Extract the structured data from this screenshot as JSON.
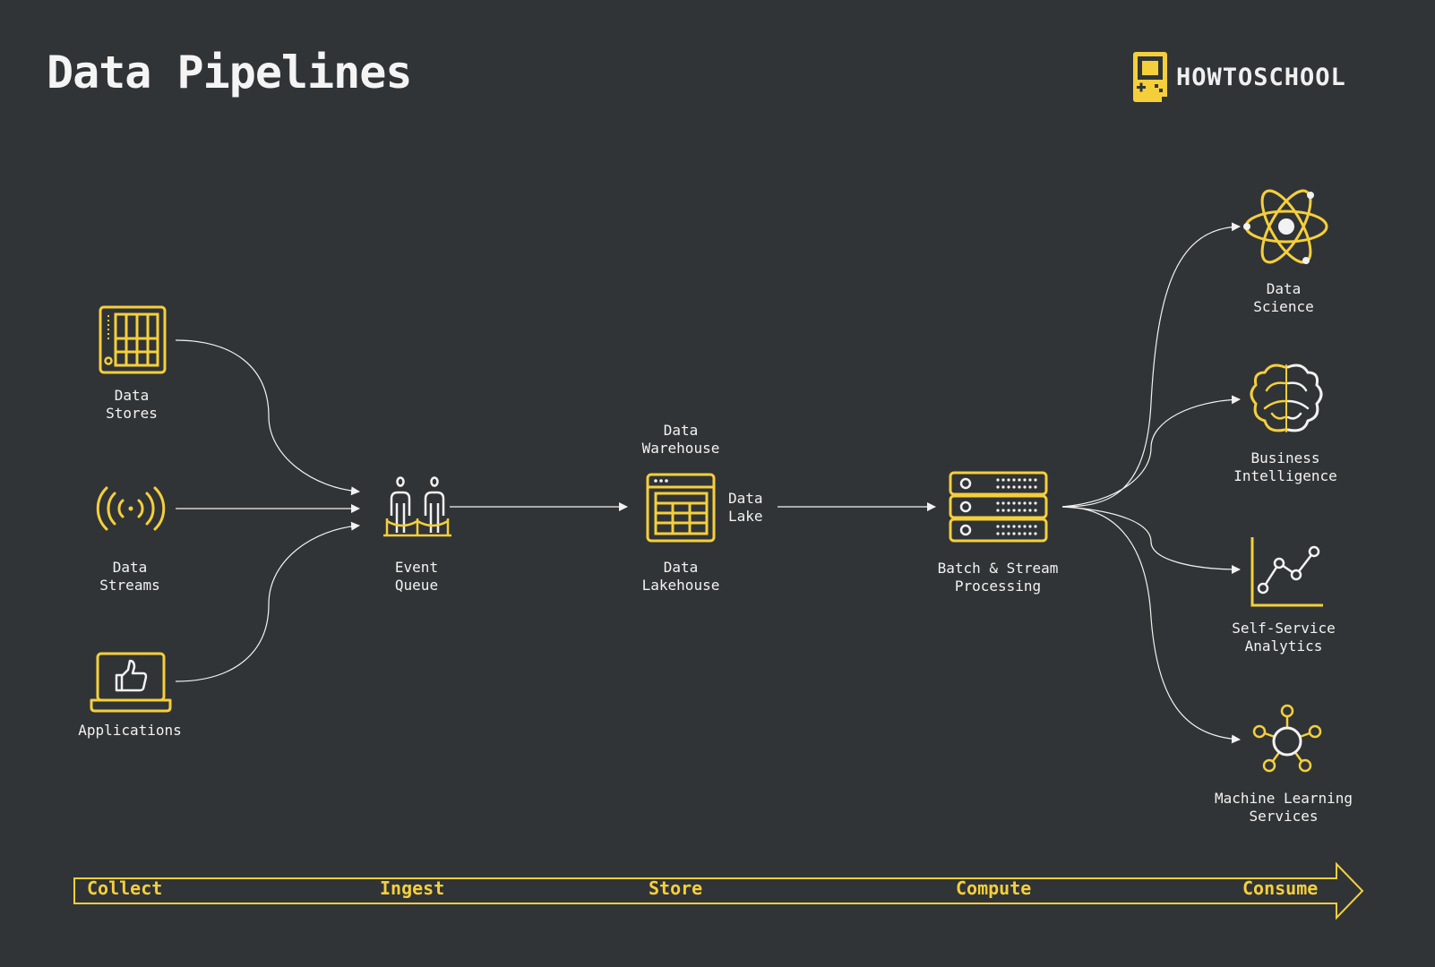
{
  "title": "Data Pipelines",
  "brand": {
    "name": "HOWTOSCHOOL",
    "logo_icon": "gameboy-icon"
  },
  "colors": {
    "background": "#303437",
    "accent": "#f5cf3b",
    "line": "#f2f2f2"
  },
  "nodes": {
    "data_stores": {
      "label_1": "Data",
      "label_2": "Stores",
      "icon": "database-icon"
    },
    "data_streams": {
      "label_1": "Data",
      "label_2": "Streams",
      "icon": "broadcast-icon"
    },
    "applications": {
      "label_1": "Applications",
      "icon": "laptop-thumbs-up-icon"
    },
    "event_queue": {
      "label_1": "Event",
      "label_2": "Queue",
      "icon": "queue-people-icon"
    },
    "data_warehouse": {
      "label_1": "Data",
      "label_2": "Warehouse",
      "icon": "table-window-icon"
    },
    "data_lake": {
      "label_1": "Data",
      "label_2": "Lake"
    },
    "data_lakehouse": {
      "label_1": "Data",
      "label_2": "Lakehouse"
    },
    "processing": {
      "label_1": "Batch & Stream",
      "label_2": "Processing",
      "icon": "server-rack-icon"
    },
    "data_science": {
      "label_1": "Data",
      "label_2": "Science",
      "icon": "atom-icon"
    },
    "business_intelligence": {
      "label_1": "Business",
      "label_2": "Intelligence",
      "icon": "brain-icon"
    },
    "self_service": {
      "label_1": "Self-Service",
      "label_2": "Analytics",
      "icon": "line-chart-icon"
    },
    "ml_services": {
      "label_1": "Machine Learning",
      "label_2": "Services",
      "icon": "network-hub-icon"
    }
  },
  "stages": [
    "Collect",
    "Ingest",
    "Store",
    "Compute",
    "Consume"
  ]
}
